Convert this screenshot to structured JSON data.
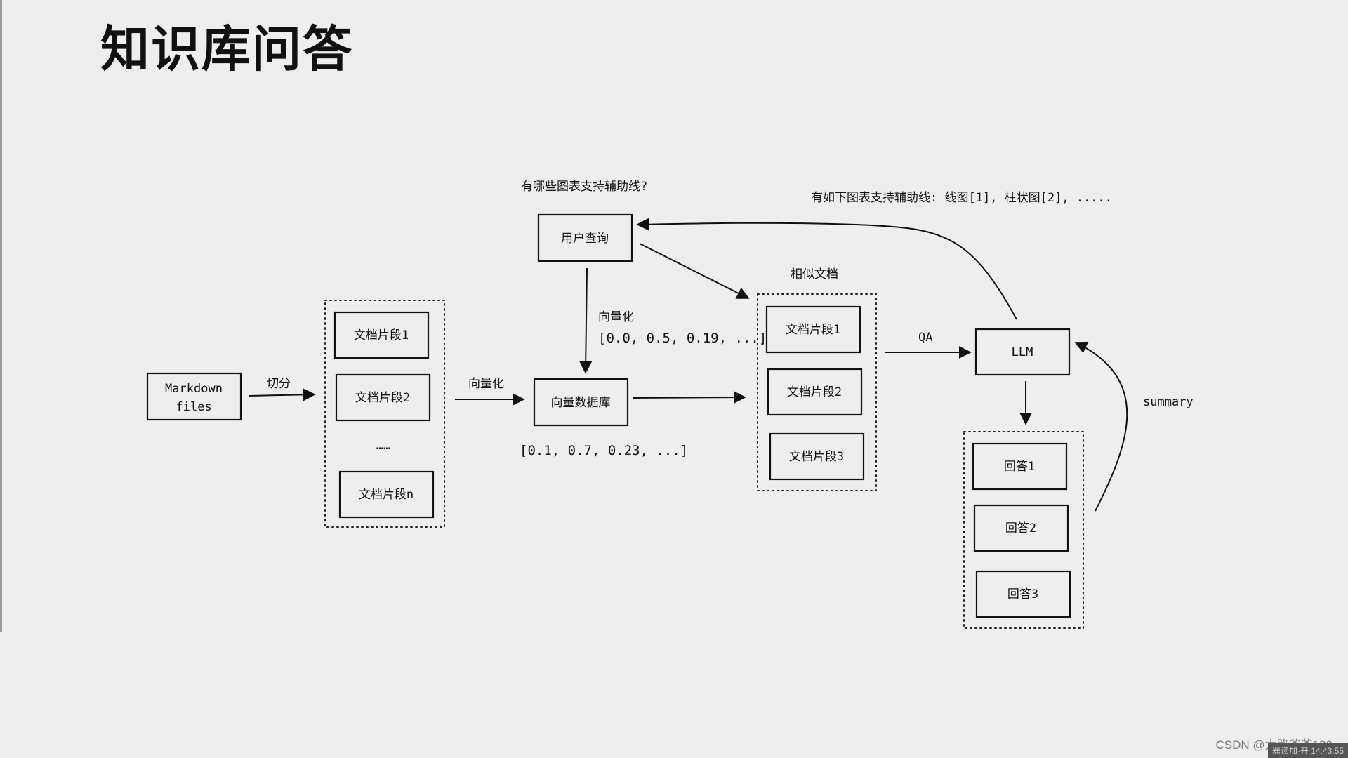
{
  "title": "知识库问答",
  "nodes": {
    "markdown": [
      "Markdown",
      "files"
    ],
    "chunk1": "文档片段1",
    "chunk2": "文档片段2",
    "chunk_ellipsis": "……",
    "chunkn": "文档片段n",
    "user_query": "用户查询",
    "vector_db": "向量数据库",
    "similar1": "文档片段1",
    "similar2": "文档片段2",
    "similar3": "文档片段3",
    "llm": "LLM",
    "answer1": "回答1",
    "answer2": "回答2",
    "answer3": "回答3"
  },
  "labels": {
    "split": "切分",
    "vectorize_chunks": "向量化",
    "vectorize_query": "向量化",
    "query_vector": "[0.0, 0.5, 0.19, ...]",
    "chunk_vector": "[0.1, 0.7, 0.23, ...]",
    "question": "有哪些图表支持辅助线?",
    "answer_text": "有如下图表支持辅助线: 线图[1], 柱状图[2], .....",
    "similar_docs": "相似文档",
    "qa": "QA",
    "summary": "summary"
  },
  "footer": {
    "watermark": "CSDN @太路爸爸180",
    "overlay": "器读加·开 14:43:55"
  }
}
